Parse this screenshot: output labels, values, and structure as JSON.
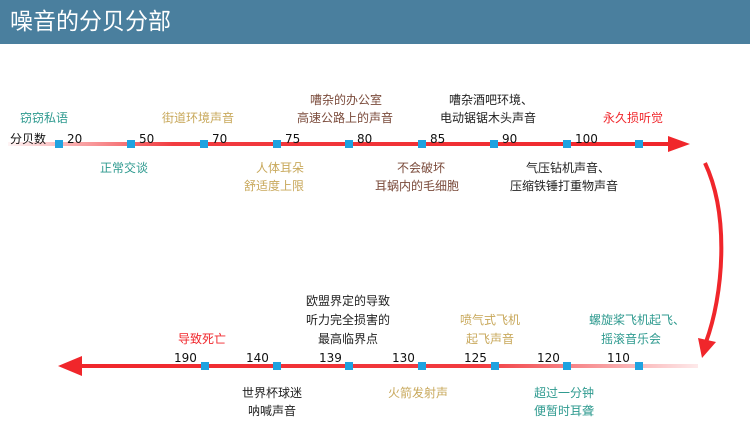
{
  "title": "噪音的分贝分部",
  "axis_label": "分贝数",
  "colors": {
    "header": "#4a7f9e",
    "arrow": "#f0262b",
    "marker": "#1fa2e0",
    "teal": "#2e9a8f",
    "tan": "#c8a85b",
    "brown": "#7a4a3a",
    "red": "#f0262b",
    "black": "#222222"
  },
  "top_row": {
    "values": [
      "20",
      "50",
      "70",
      "75",
      "80",
      "85",
      "90",
      "100"
    ],
    "labels_above": {
      "quiet_whisper": "窃窃私语",
      "street": "街道环境声音",
      "office_1": "嘈杂的办公室",
      "office_2": "高速公路上的声音",
      "bar_1": "嘈杂酒吧环境、",
      "bar_2": "电动锯锯木头声音",
      "permanent": "永久损听觉"
    },
    "labels_below": {
      "talk": "正常交谈",
      "ear_1": "人体耳朵",
      "ear_2": "舒适度上限",
      "hair_1": "不会破坏",
      "hair_2": "耳蜗内的毛细胞",
      "drill_1": "气压钻机声音、",
      "drill_2": "压缩铁锤打重物声音"
    }
  },
  "bottom_row": {
    "values": [
      "190",
      "140",
      "139",
      "130",
      "125",
      "120",
      "110"
    ],
    "labels_above": {
      "death": "导致死亡",
      "eu_1": "欧盟界定的导致",
      "eu_2": "听力完全损害的",
      "eu_3": "最高临界点",
      "jet_1": "喷气式飞机",
      "jet_2": "起飞声音",
      "prop_1": "螺旋桨飞机起飞、",
      "prop_2": "摇滚音乐会"
    },
    "labels_below": {
      "fans_1": "世界杯球迷",
      "fans_2": "呐喊声音",
      "rocket": "火箭发射声",
      "deaf_1": "超过一分钟",
      "deaf_2": "便暂时耳聋"
    }
  }
}
